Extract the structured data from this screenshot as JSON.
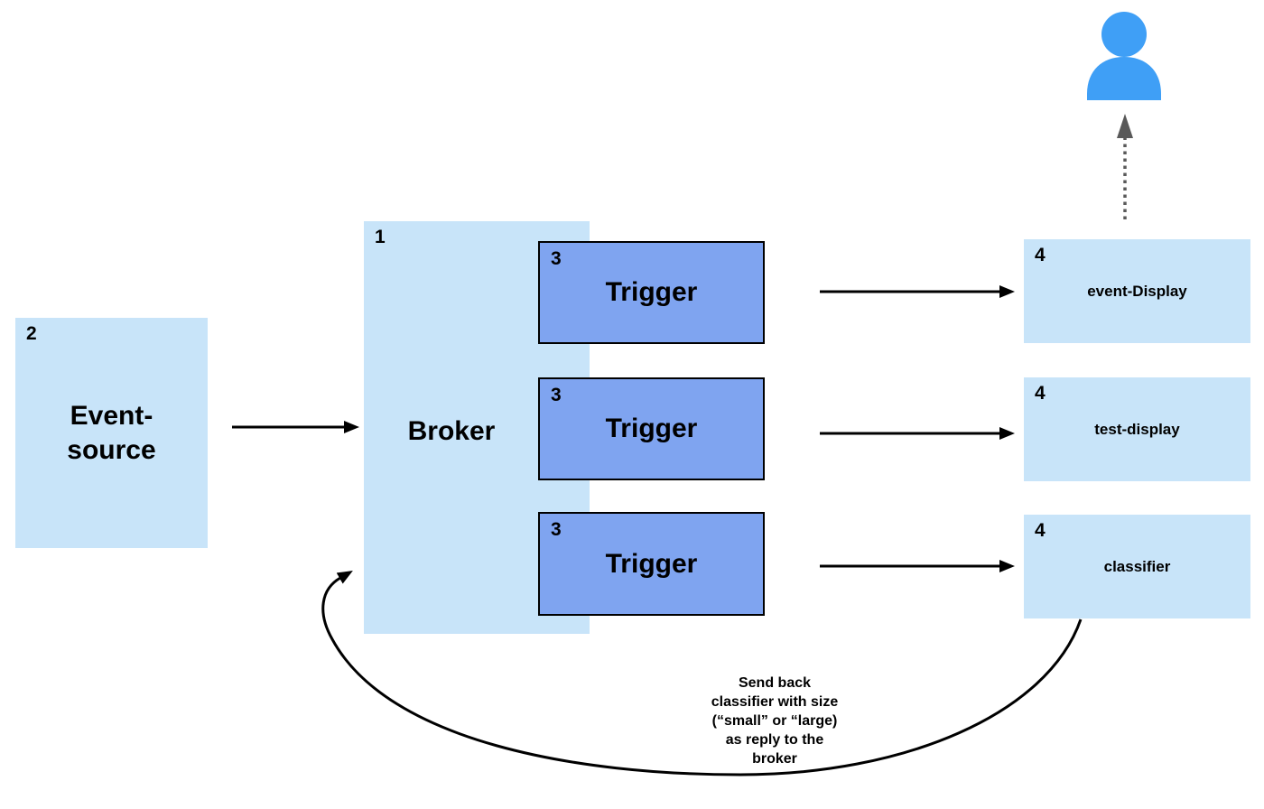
{
  "colors": {
    "light_box_fill": "#c8e4f9",
    "trigger_fill": "#7fa4f0",
    "trigger_border": "#000000",
    "user_icon_blue": "#3f9ff6",
    "arrow_black": "#000000",
    "dotted_arrow_gray": "#595959"
  },
  "nodes": {
    "event_source": {
      "number": "2",
      "label": "Event-source"
    },
    "broker": {
      "number": "1",
      "label": "Broker"
    },
    "triggers": [
      {
        "number": "3",
        "label": "Trigger"
      },
      {
        "number": "3",
        "label": "Trigger"
      },
      {
        "number": "3",
        "label": "Trigger"
      }
    ],
    "sinks": [
      {
        "number": "4",
        "label": "event-Display"
      },
      {
        "number": "4",
        "label": "test-display"
      },
      {
        "number": "4",
        "label": "classifier"
      }
    ]
  },
  "note": {
    "text": "Send back\nclassifier with size\n(“small” or “large)\nas reply to the\nbroker"
  },
  "icons": {
    "user": "user-icon"
  }
}
